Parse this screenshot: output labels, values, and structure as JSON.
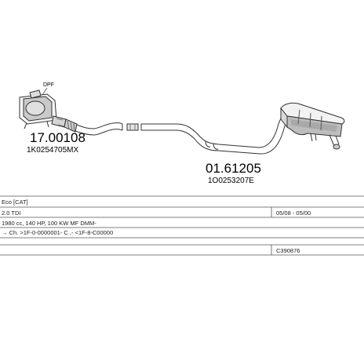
{
  "parts": {
    "dpf": {
      "label": "DPF",
      "number": "17.00108",
      "oe": "1K0254705MX"
    },
    "rear_muffler": {
      "number": "01.61205",
      "oe": "1O0253207E"
    }
  },
  "info_table": {
    "rows": [
      {
        "left": "Eco [CAT]",
        "right": ""
      },
      {
        "left": "2.0 TDI",
        "right": "05/08 - 05/00"
      },
      {
        "left": "1980 cc, 140 HP, 100 KW MF DMM-",
        "right": ""
      },
      {
        "left": "→ Ch. >1F-0-0000001- C ,- <1F-8-C00000",
        "right": ""
      },
      {
        "left": "",
        "right": "C390876"
      }
    ]
  },
  "colors": {
    "line": "#333333",
    "shade": "#bdbdbd",
    "table_line": "#555555"
  }
}
